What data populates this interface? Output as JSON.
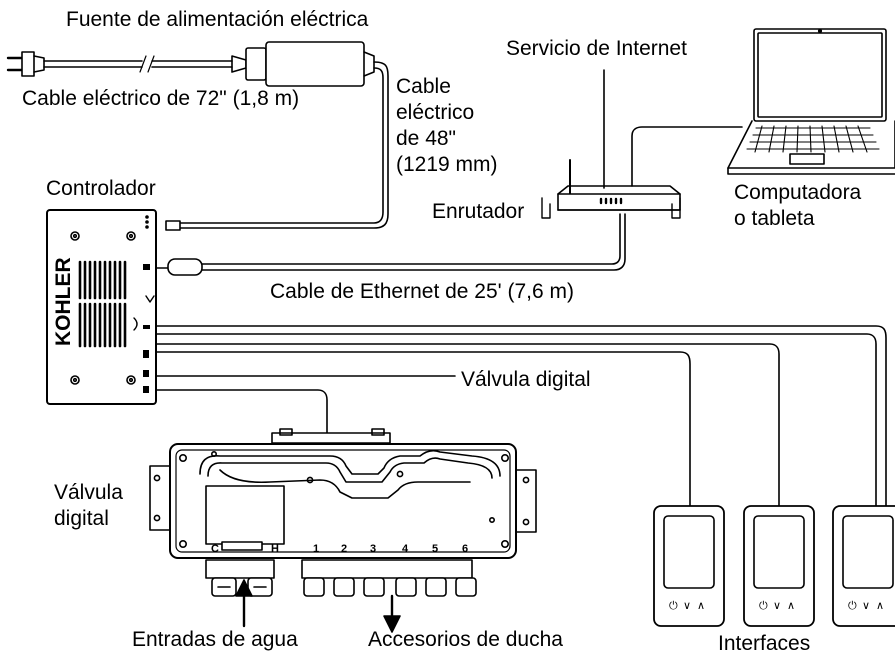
{
  "labels": {
    "power_supply": "Fuente de alimentación eléctrica",
    "power_cord_72": "Cable eléctrico de 72\" (1,8 m)",
    "cable_48_line1": "Cable",
    "cable_48_line2": "eléctrico",
    "cable_48_line3": "de 48\"",
    "cable_48_line4": "(1219 mm)",
    "internet_service": "Servicio de Internet",
    "controller": "Controlador",
    "router": "Enrutador",
    "computer_line1": "Computadora",
    "computer_line2": "o tableta",
    "ethernet_cable": "Cable de Ethernet de 25' (7,6 m)",
    "digital_valve_cable": "Válvula digital",
    "digital_valve_line1": "Válvula",
    "digital_valve_line2": "digital",
    "water_inlets": "Entradas de agua",
    "shower_accessories": "Accesorios de ducha",
    "interfaces": "Interfaces"
  },
  "controller": {
    "brand": "KOHLER"
  },
  "valve": {
    "inlet_labels": [
      "C",
      "H"
    ],
    "outlet_numbers": [
      "1",
      "2",
      "3",
      "4",
      "5",
      "6"
    ]
  },
  "interface_panels": {
    "count": 3,
    "button_glyphs": [
      "⏻",
      "∨",
      "∧"
    ]
  }
}
